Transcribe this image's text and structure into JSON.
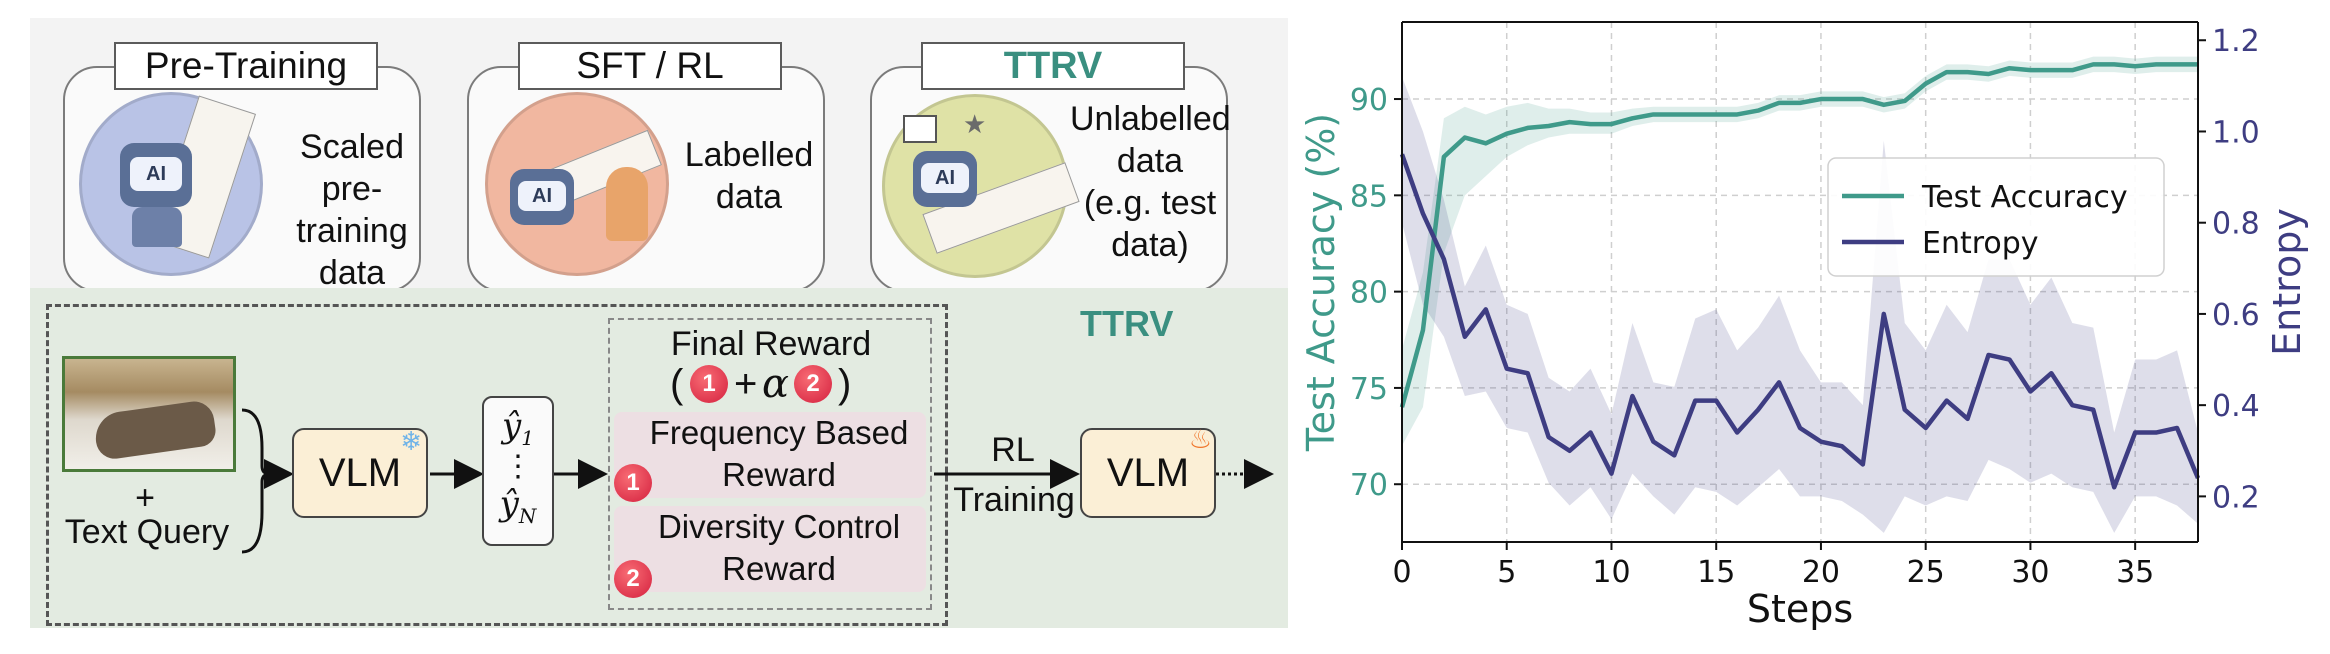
{
  "cards": [
    {
      "title": "Pre-Training",
      "text": [
        "Scaled",
        "pre-",
        "training",
        "data"
      ],
      "color": "#b4bfe4"
    },
    {
      "title": "SFT / RL",
      "text": [
        "Labelled",
        "data"
      ],
      "color": "#f1b7a0"
    },
    {
      "title": "TTRV",
      "text": [
        "Unlabelled",
        "data",
        "(e.g. test",
        "data)"
      ],
      "color": "#dfe2a6"
    }
  ],
  "illustration_text": {
    "ai": "AI"
  },
  "pipeline": {
    "section_title": "TTRV",
    "text_query_plus": "+",
    "text_query": "Text Query",
    "vlm_label": "VLM",
    "vlm_label_2": "VLM",
    "y_first": "ŷ",
    "y_first_sub": "1",
    "y_dots": "⋮",
    "y_last": "ŷ",
    "y_last_sub": "N",
    "final_reward": "Final Reward",
    "final_reward_open": "(",
    "final_reward_badge1": "1",
    "final_reward_plus": "+",
    "final_reward_alpha": "α",
    "final_reward_badge2": "2",
    "final_reward_close": ")",
    "reward1_line1": "Frequency Based",
    "reward1_line2": "Reward",
    "reward1_badge": "1",
    "reward2_line1": "Diversity Control",
    "reward2_line2": "Reward",
    "reward2_badge": "2",
    "rl_line1": "RL",
    "rl_line2": "Training"
  },
  "chart_data": {
    "type": "line",
    "xlabel": "Steps",
    "ylabel_left": "Test Accuracy (%)",
    "ylabel_right": "Entropy",
    "xlim": [
      0,
      38
    ],
    "ylim_left": [
      67,
      94
    ],
    "ylim_right": [
      0.1,
      1.24
    ],
    "xticks": [
      0,
      5,
      10,
      15,
      20,
      25,
      30,
      35
    ],
    "yticks_left": [
      70,
      75,
      80,
      85,
      90
    ],
    "yticks_right": [
      0.2,
      0.4,
      0.6,
      0.8,
      1.0,
      1.2
    ],
    "grid": true,
    "legend_position": "center-right",
    "series": [
      {
        "name": "Test Accuracy",
        "axis": "left",
        "color": "#3f9a8a",
        "x": [
          0,
          1,
          2,
          3,
          4,
          5,
          6,
          7,
          8,
          9,
          10,
          11,
          12,
          13,
          14,
          15,
          16,
          17,
          18,
          19,
          20,
          21,
          22,
          23,
          24,
          25,
          26,
          27,
          28,
          29,
          30,
          31,
          32,
          33,
          34,
          35,
          36,
          37,
          38
        ],
        "values": [
          74,
          78,
          87,
          88,
          87.7,
          88.2,
          88.5,
          88.6,
          88.8,
          88.7,
          88.7,
          89,
          89.2,
          89.2,
          89.2,
          89.2,
          89.2,
          89.4,
          89.8,
          89.8,
          90,
          90,
          90,
          89.7,
          89.9,
          90.8,
          91.4,
          91.4,
          91.3,
          91.6,
          91.5,
          91.5,
          91.5,
          91.8,
          91.8,
          91.7,
          91.8,
          91.8,
          91.8
        ],
        "band_lower": [
          72,
          74,
          82,
          85,
          86,
          87,
          87.6,
          88,
          88.2,
          88.2,
          88.2,
          88.6,
          88.8,
          88.8,
          88.8,
          88.8,
          88.8,
          89,
          89.4,
          89.4,
          89.6,
          89.6,
          89.6,
          89.3,
          89.5,
          90.4,
          91,
          91,
          90.9,
          91.2,
          91.1,
          91.1,
          91.1,
          91.4,
          91.4,
          91.3,
          91.4,
          91.4,
          91.4
        ],
        "band_upper": [
          77,
          81,
          89,
          89.6,
          89.2,
          89.6,
          89.8,
          89.5,
          89.5,
          89.3,
          89.3,
          89.5,
          89.6,
          89.6,
          89.6,
          89.6,
          89.6,
          89.8,
          90.2,
          90.2,
          90.4,
          90.4,
          90.4,
          90.1,
          90.3,
          91.2,
          91.8,
          91.8,
          91.7,
          92,
          91.9,
          91.9,
          91.9,
          92.2,
          92.2,
          92.1,
          92.2,
          92.2,
          92.2
        ]
      },
      {
        "name": "Entropy",
        "axis": "right",
        "color": "#3e3d82",
        "x": [
          0,
          1,
          2,
          3,
          4,
          5,
          6,
          7,
          8,
          9,
          10,
          11,
          12,
          13,
          14,
          15,
          16,
          17,
          18,
          19,
          20,
          21,
          22,
          23,
          24,
          25,
          26,
          27,
          28,
          29,
          30,
          31,
          32,
          33,
          34,
          35,
          36,
          37,
          38
        ],
        "values": [
          0.95,
          0.82,
          0.72,
          0.55,
          0.61,
          0.48,
          0.47,
          0.33,
          0.3,
          0.34,
          0.25,
          0.42,
          0.32,
          0.29,
          0.41,
          0.41,
          0.34,
          0.39,
          0.45,
          0.35,
          0.32,
          0.31,
          0.27,
          0.6,
          0.39,
          0.35,
          0.41,
          0.37,
          0.51,
          0.5,
          0.43,
          0.47,
          0.4,
          0.39,
          0.22,
          0.34,
          0.34,
          0.35,
          0.24
        ],
        "band_lower": [
          0.8,
          0.62,
          0.55,
          0.42,
          0.43,
          0.35,
          0.34,
          0.23,
          0.18,
          0.22,
          0.15,
          0.25,
          0.2,
          0.16,
          0.22,
          0.21,
          0.18,
          0.22,
          0.26,
          0.2,
          0.2,
          0.19,
          0.16,
          0.12,
          0.2,
          0.18,
          0.2,
          0.19,
          0.28,
          0.26,
          0.23,
          0.25,
          0.22,
          0.21,
          0.12,
          0.2,
          0.2,
          0.18,
          0.14
        ],
        "band_upper": [
          1.12,
          1.0,
          0.85,
          0.66,
          0.75,
          0.62,
          0.6,
          0.46,
          0.43,
          0.48,
          0.38,
          0.58,
          0.45,
          0.44,
          0.59,
          0.61,
          0.52,
          0.57,
          0.64,
          0.52,
          0.45,
          0.45,
          0.4,
          0.98,
          0.58,
          0.52,
          0.62,
          0.56,
          0.72,
          0.72,
          0.62,
          0.68,
          0.58,
          0.57,
          0.34,
          0.5,
          0.5,
          0.52,
          0.34
        ]
      }
    ]
  }
}
